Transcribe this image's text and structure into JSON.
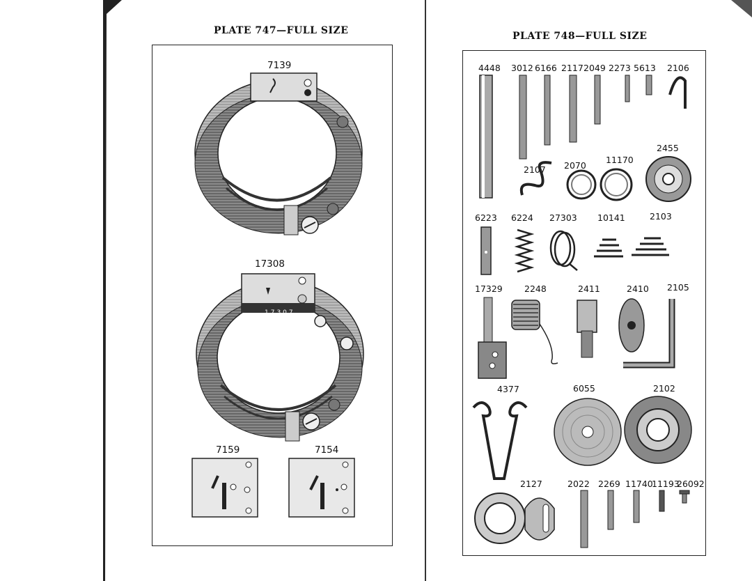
{
  "left_plate": {
    "title": "PLATE 747—FULL SIZE",
    "parts": {
      "p7139": "7139",
      "p17308": "17308",
      "stamp": "17307",
      "p7159": "7159",
      "p7154": "7154"
    }
  },
  "right_plate": {
    "title": "PLATE 748—FULL SIZE",
    "row1": [
      "4448",
      "3012",
      "6166",
      "2117",
      "2049",
      "2273",
      "5613",
      "2106"
    ],
    "row2": [
      "2455",
      "2107",
      "2070",
      "11170"
    ],
    "row3": [
      "6223",
      "6224",
      "27303",
      "10141",
      "2103"
    ],
    "row4": [
      "17329",
      "2248",
      "2411",
      "2410",
      "2105"
    ],
    "row5": [
      "4377",
      "6055",
      "2102"
    ],
    "row6": [
      "2127",
      "2022",
      "2269",
      "11740",
      "11193",
      "26092"
    ]
  },
  "colors": {
    "ink": "#111111",
    "paper": "#ffffff",
    "metal": "#9a9a9a",
    "metal_dark": "#555555"
  }
}
